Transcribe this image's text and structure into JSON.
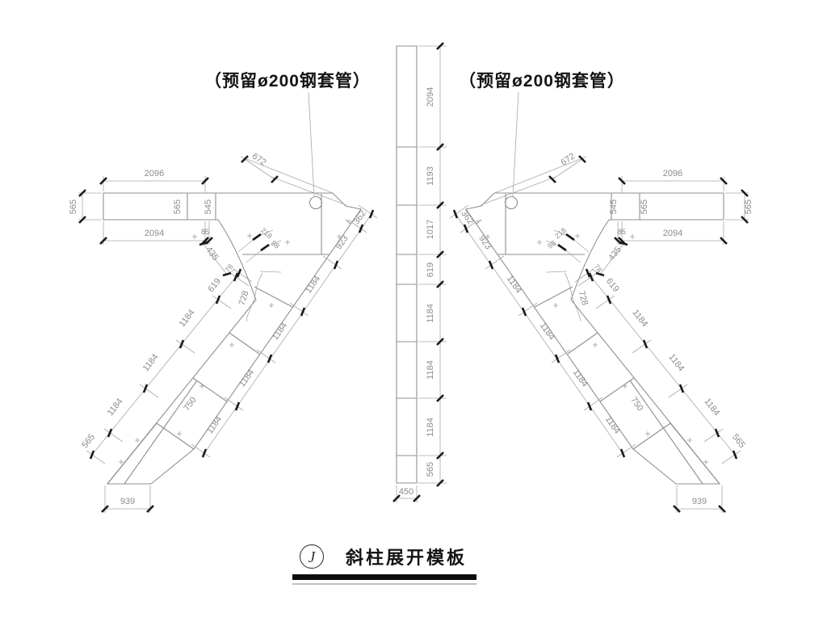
{
  "callouts": {
    "left": "（预留ø200钢套管）",
    "right": "（预留ø200钢套管）"
  },
  "center_column": {
    "segments": [
      "2094",
      "1193",
      "1017",
      "619",
      "1184",
      "1184",
      "1184",
      "565"
    ],
    "base_width": "450"
  },
  "structure": {
    "arm_length_top": "2096",
    "arm_length_bottom": "2094",
    "arm_gap": "85",
    "arm_end_height": "565",
    "arm_panel_a": "565",
    "arm_panel_b": "545",
    "bevel_dim": "672",
    "junction_dim": "435",
    "junction_small_a": "218",
    "junction_small_b": "98",
    "curve_dim": "728",
    "outer_dims": [
      "78",
      "619",
      "1184",
      "1184",
      "1184",
      "565"
    ],
    "inner_dims": [
      "362",
      "923",
      "1184",
      "1184",
      "1184",
      "1184"
    ],
    "panel_width": "750",
    "foot_width": "939"
  },
  "title_block": {
    "bubble_letter": "J",
    "title": "斜柱展开模板"
  }
}
